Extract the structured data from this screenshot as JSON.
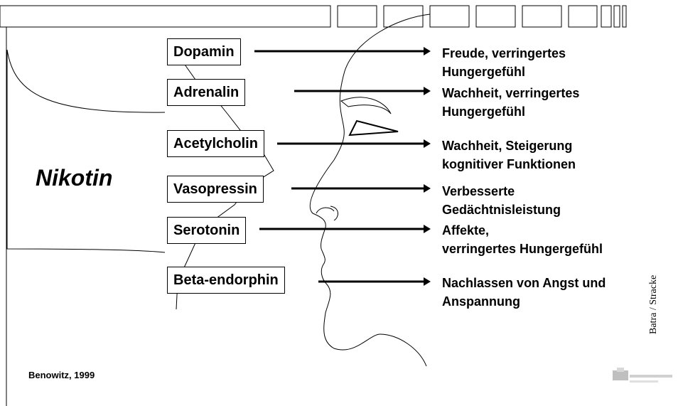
{
  "title": "Nikotin",
  "citation": "Benowitz, 1999",
  "credit": "Batra / Stracke",
  "neurotransmitters": [
    {
      "label": "Dopamin",
      "effect_line1": "Freude, verringertes",
      "effect_line2": "Hungergefühl"
    },
    {
      "label": "Adrenalin",
      "effect_line1": "Wachheit, verringertes",
      "effect_line2": "Hungergefühl"
    },
    {
      "label": "Acetylcholin",
      "effect_line1": "Wachheit, Steigerung",
      "effect_line2": "kognitiver Funktionen"
    },
    {
      "label": "Vasopressin",
      "effect_line1": "Verbesserte",
      "effect_line2": "Gedächtnisleistung"
    },
    {
      "label": "Serotonin",
      "effect_line1": "Affekte,",
      "effect_line2": "verringertes Hungergefühl"
    },
    {
      "label": "Beta-endorphin",
      "effect_line1": "Nachlassen von Angst und",
      "effect_line2": "Anspannung"
    }
  ],
  "colors": {
    "ink": "#000000",
    "background": "#ffffff",
    "logo": "#bfbfbf"
  }
}
